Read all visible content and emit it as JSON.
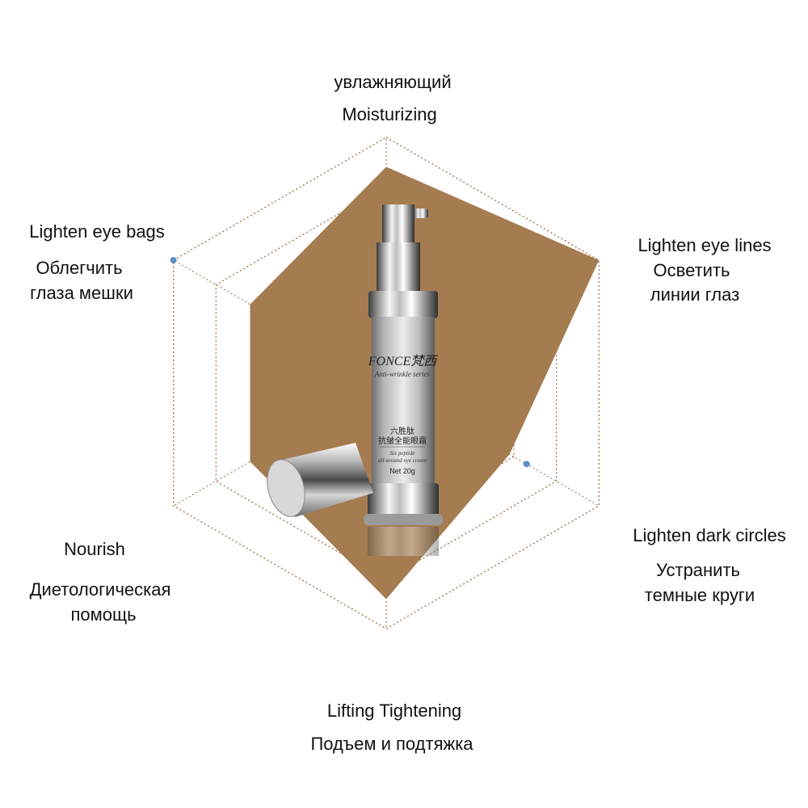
{
  "chart_data": {
    "type": "radar",
    "axes": [
      {
        "name_en": "Moisturizing",
        "name_ru": "увлажняющий"
      },
      {
        "name_en": "Lighten eye lines",
        "name_ru": "Осветить линии глаз"
      },
      {
        "name_en": "Lighten dark circles",
        "name_ru": "Устранить темные круги"
      },
      {
        "name_en": "Lifting Tightening",
        "name_ru": "Подъем и подтяжка"
      },
      {
        "name_en": "Nourish",
        "name_ru": "Диетологическая помощь"
      },
      {
        "name_en": "Lighten eye bags",
        "name_ru": "Облегчить глаза мешки"
      }
    ],
    "rlim": [
      0,
      5
    ],
    "rings": 5,
    "series": [
      {
        "values": [
          4.4,
          5.0,
          2.9,
          4.4,
          3.2,
          3.2
        ]
      }
    ],
    "grid": true,
    "colors": {
      "fill": "#a57c50",
      "grid": "#a67a55",
      "marker": "#5b8fc7"
    }
  },
  "labels": {
    "top_ru": "увлажняющий",
    "top_en": "Moisturizing",
    "ur_en": "Lighten eye lines",
    "ur_ru1": "Осветить",
    "ur_ru2": "линии глаз",
    "lr_en": "Lighten dark circles",
    "lr_ru1": "Устранить",
    "lr_ru2": "темные круги",
    "bottom_en": "Lifting Tightening",
    "bottom_ru": "Подъем и подтяжка",
    "ll_en": "Nourish",
    "ll_ru1": "Диетологическая",
    "ll_ru2": "помощь",
    "ul_en": "Lighten eye bags",
    "ul_ru1": "Облегчить",
    "ul_ru2": "глаза мешки"
  },
  "product": {
    "brand": "FONCE梵西",
    "series": "Anti-wrinkle series",
    "name_cn1": "六胜肽",
    "name_cn2": "抗皱全能眼霜",
    "name_en1": "Six peptide",
    "name_en2": "all-around eye cream",
    "net": "Net 20g",
    "icons": [
      "pump-bottle",
      "bottle-cap"
    ]
  }
}
